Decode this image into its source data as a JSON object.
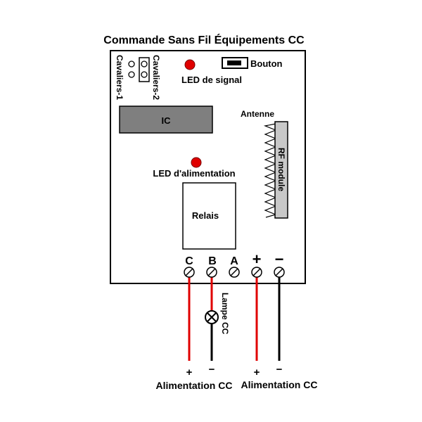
{
  "title": "Commande Sans Fil Équipements CC",
  "board": {
    "button_label": "Bouton",
    "signal_led_label": "LED de signal",
    "jumper1_label": "Cavaliers-1",
    "jumper2_label": "Cavaliers-2",
    "ic_label": "IC",
    "antenna_label": "Antenne",
    "rf_module_label": "RF module",
    "power_led_label": "LED d'alimentation",
    "relay_label": "Relais"
  },
  "terminals": [
    {
      "id": "C",
      "label": "C"
    },
    {
      "id": "B",
      "label": "B"
    },
    {
      "id": "A",
      "label": "A"
    },
    {
      "id": "plus",
      "label": "+"
    },
    {
      "id": "minus",
      "label": "−"
    }
  ],
  "lamp_label": "Lampe CC",
  "wire_ends": {
    "left_plus": "+",
    "left_minus": "−",
    "right_plus": "+",
    "right_minus": "−"
  },
  "supplies": {
    "left": "Alimentation CC",
    "right": "Alimentation CC"
  },
  "colors": {
    "positive_wire": "#e00000",
    "negative_wire": "#000000",
    "led": "#e00000",
    "ic": "#7f7f7f",
    "rf_module": "#c8c8c8"
  }
}
